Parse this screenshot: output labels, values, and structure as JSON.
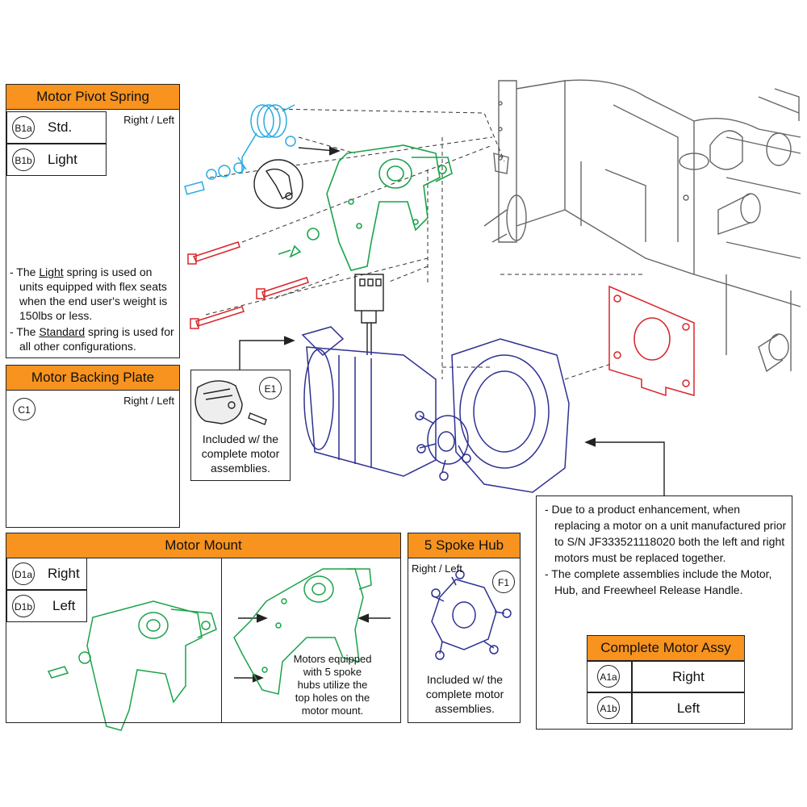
{
  "pivot_spring": {
    "title": "Motor Pivot Spring",
    "side": "Right / Left",
    "variants": [
      {
        "code": "B1a",
        "label": "Std."
      },
      {
        "code": "B1b",
        "label": "Light"
      }
    ],
    "note1_pre": "- The ",
    "note1_em": "Light",
    "note1_post": " spring is used on units equipped with flex seats when the end user's weight is 150lbs or less.",
    "note2_pre": "- The ",
    "note2_em": "Standard",
    "note2_post": " spring is used for all other configurations."
  },
  "backing_plate": {
    "title": "Motor Backing Plate",
    "side": "Right / Left",
    "code": "C1"
  },
  "release_handle": {
    "code": "E1",
    "caption": "Included w/ the complete motor assemblies."
  },
  "motor_mount": {
    "title": "Motor Mount",
    "variants": [
      {
        "code": "D1a",
        "label": "Right"
      },
      {
        "code": "D1b",
        "label": "Left"
      }
    ],
    "note": "Motors equipped with 5 spoke hubs utilize the top holes on the motor mount."
  },
  "spoke_hub": {
    "title": "5 Spoke Hub",
    "side": "Right / Left",
    "code": "F1",
    "caption": "Included w/ the complete motor assemblies."
  },
  "info": {
    "note1": "- Due to a product enhancement, when replacing a motor on a unit manufactured prior to S/N JF333521118020 both the left and right motors must be replaced together.",
    "note2": "- The complete assemblies include the Motor, Hub, and Freewheel Release Handle.",
    "table_title": "Complete Motor Assy",
    "rows": [
      {
        "code": "A1a",
        "label": "Right"
      },
      {
        "code": "A1b",
        "label": "Left"
      }
    ]
  },
  "colors": {
    "accent": "#f7931e",
    "spring": "#29abe2",
    "mount": "#1aa34a",
    "plate": "#d9252a",
    "motor": "#2e3192",
    "frame": "#555555"
  }
}
